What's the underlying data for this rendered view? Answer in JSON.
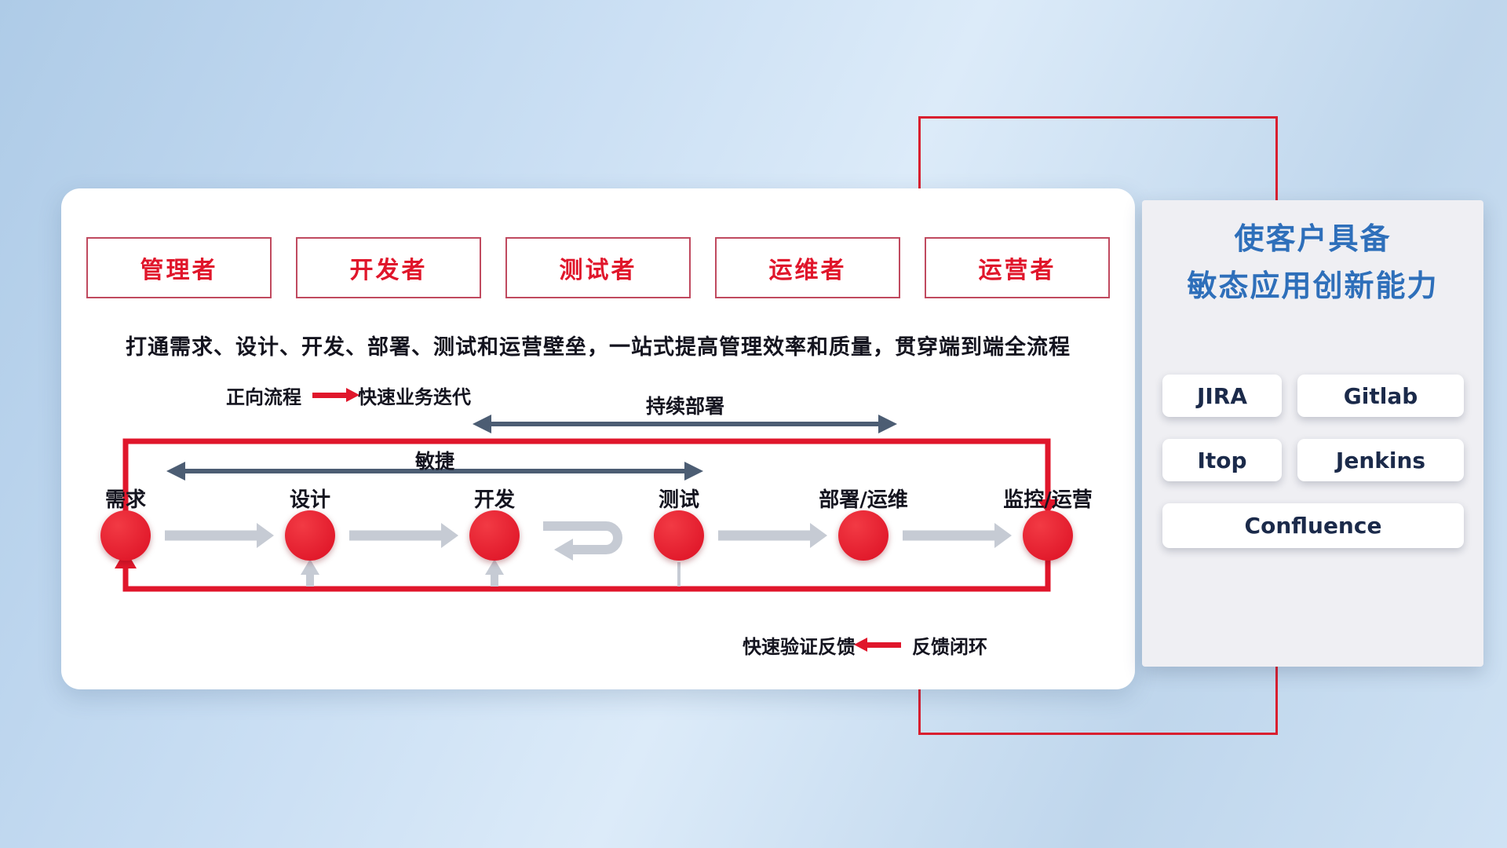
{
  "roles": [
    "管理者",
    "开发者",
    "测试者",
    "运维者",
    "运营者"
  ],
  "description": "打通需求、设计、开发、部署、测试和运营壁垒，一站式提高管理效率和质量，贯穿端到端全流程",
  "forward_legend": {
    "label": "正向流程",
    "caption": "快速业务迭代"
  },
  "feedback_legend": {
    "caption": "快速验证反馈",
    "label": "反馈闭环"
  },
  "flow": {
    "stages": [
      "需求",
      "设计",
      "开发",
      "测试",
      "部署/运维",
      "监控/运营"
    ],
    "agile_label": "敏捷",
    "deploy_label": "持续部署"
  },
  "panel": {
    "title_line1": "使客户具备",
    "title_line2": "敏态应用创新能力",
    "tools": [
      "JIRA",
      "Gitlab",
      "Itop",
      "Jenkins",
      "Confluence"
    ]
  },
  "colors": {
    "accent_red": "#e0162b",
    "title_blue": "#2e6fba",
    "flow_arrow_gray": "#c6cbd4",
    "span_arrow_slate": "#4c5d73"
  }
}
